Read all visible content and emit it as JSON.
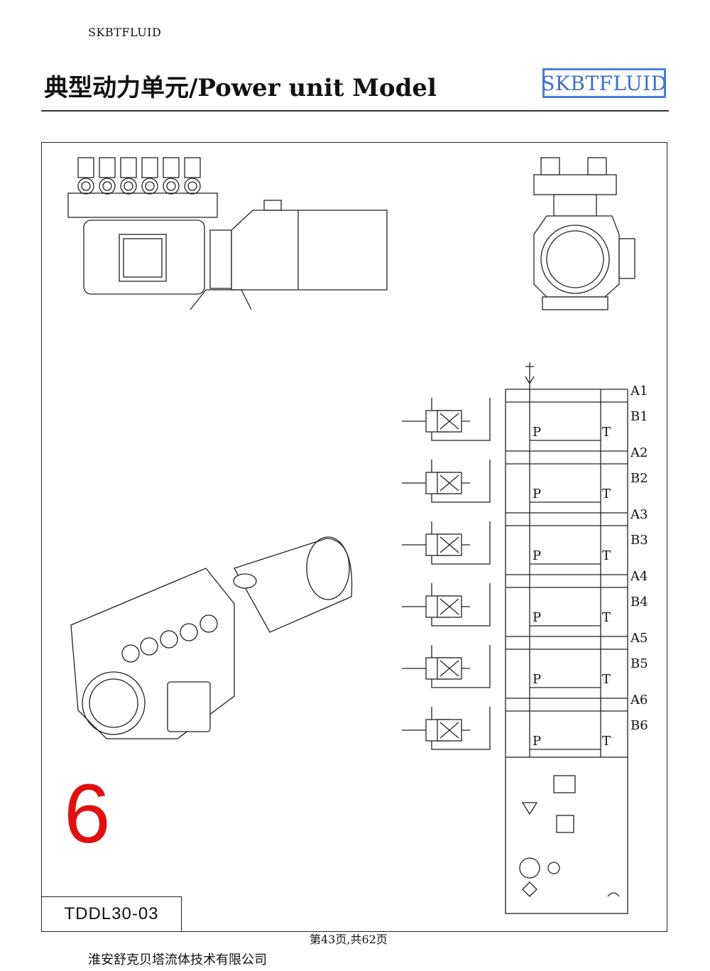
{
  "header": {
    "brand": "SKBTFLUID",
    "title": "典型动力单元/Power unit Model",
    "logo": "SKBTFLUID",
    "logo_color": "#3a6fd0"
  },
  "drawing": {
    "model": "TDDL30-03",
    "number": "6",
    "number_color": "#e01010",
    "sections": [
      {
        "a": "A1",
        "b": "B1"
      },
      {
        "a": "A2",
        "b": "B2"
      },
      {
        "a": "A3",
        "b": "B3"
      },
      {
        "a": "A4",
        "b": "B4"
      },
      {
        "a": "A5",
        "b": "B5"
      },
      {
        "a": "A6",
        "b": "B6"
      }
    ],
    "port_p": "P",
    "port_t": "T"
  },
  "footer": {
    "page_info": "第43页,共62页",
    "company": "淮安舒克贝塔流体技术有限公司"
  }
}
